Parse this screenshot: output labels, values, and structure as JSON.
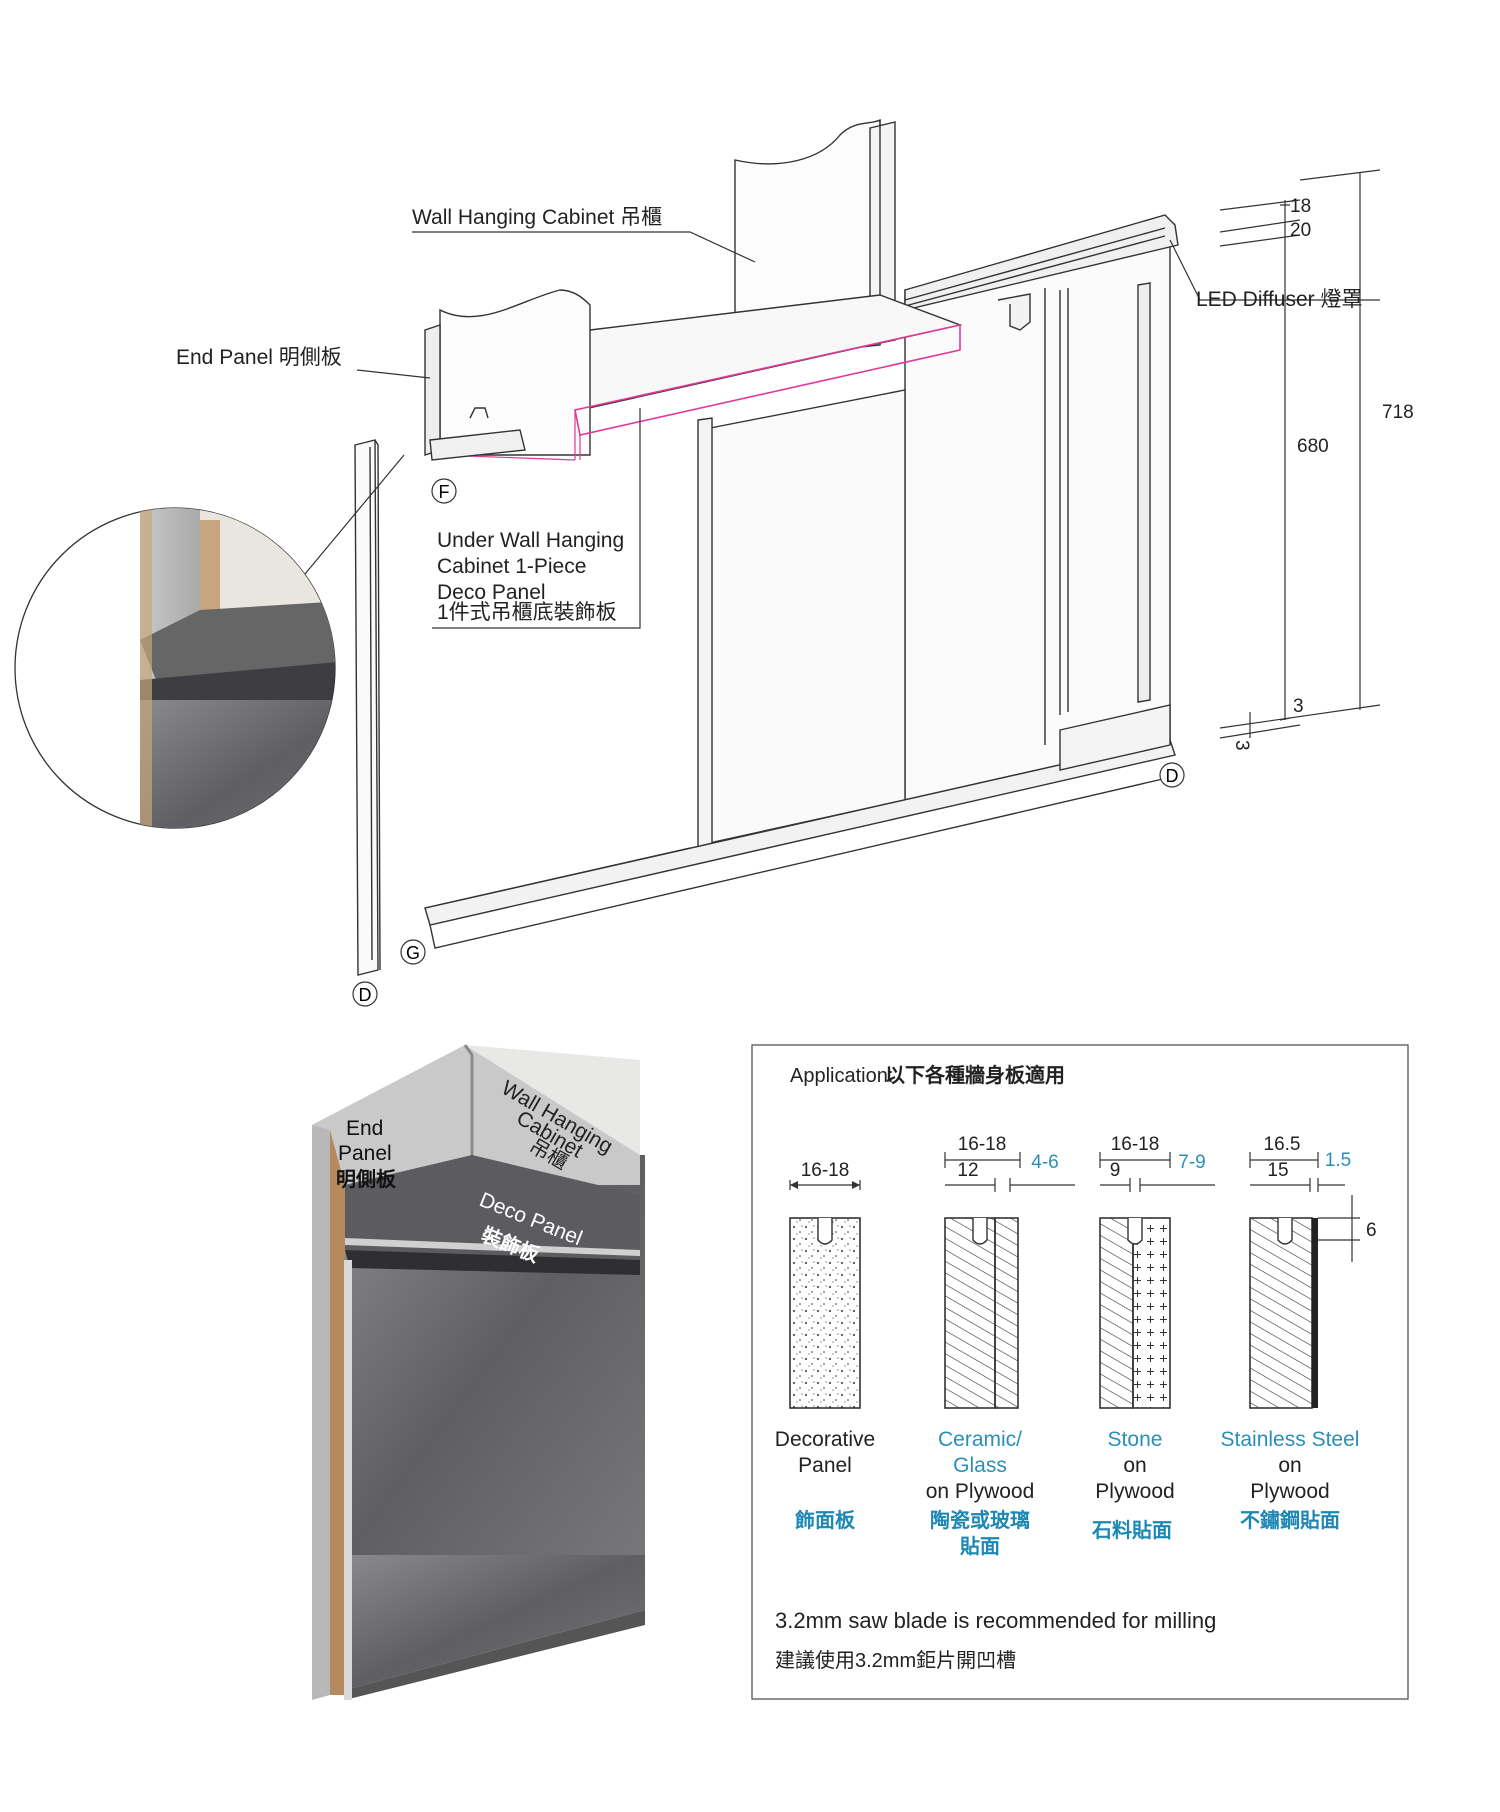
{
  "drawing": {
    "labels": {
      "wall_cabinet": "Wall Hanging Cabinet 吊櫃",
      "end_panel": "End Panel 明側板",
      "led_diffuser": "LED Diffuser 燈罩",
      "under_panel_1": "Under Wall Hanging",
      "under_panel_2": "Cabinet 1-Piece",
      "under_panel_3": "Deco Panel",
      "under_panel_4": "1件式吊櫃底裝飾板"
    },
    "callouts": {
      "f": "F",
      "g": "G",
      "d_right": "D",
      "d_left": "D"
    },
    "dimensions": {
      "d18": "18",
      "d20": "20",
      "d680": "680",
      "d718": "718",
      "d3": "3",
      "d3_rot": "3"
    }
  },
  "photo": {
    "end_panel_1": "End",
    "end_panel_2": "Panel",
    "end_panel_cn": "明側板",
    "cabinet_1": "Wall Hanging",
    "cabinet_2": "Cabinet",
    "cabinet_cn": "吊櫃",
    "deco_panel": "Deco Panel",
    "deco_panel_cn": "裝飾板"
  },
  "application": {
    "title": "Application:",
    "title_cn": "以下各種牆身板適用",
    "panels": [
      {
        "dim_total": "16-18",
        "name_lines": [
          "Decorative",
          "Panel"
        ],
        "name_cn": "飾面板"
      },
      {
        "dim_total": "16-18",
        "dim_inner": "12",
        "dim_face": "4-6",
        "name_lines": [
          "Ceramic/",
          "Glass",
          "on Plywood"
        ],
        "name_cn_lines": [
          "陶瓷或玻璃",
          "貼面"
        ]
      },
      {
        "dim_total": "16-18",
        "dim_inner": "9",
        "dim_face": "7-9",
        "name_lines": [
          "Stone",
          "on",
          "Plywood"
        ],
        "name_cn": "石料貼面"
      },
      {
        "dim_total": "16.5",
        "dim_inner": "15",
        "dim_face": "1.5",
        "dim_groove": "6",
        "name_lines": [
          "Stainless Steel",
          "on",
          "Plywood"
        ],
        "name_cn": "不鏽鋼貼面"
      }
    ],
    "note": "3.2mm saw blade is recommended for milling",
    "note_cn": "建議使用3.2mm鉅片開凹槽"
  },
  "colors": {
    "accent_blue": "#2a8fb8",
    "cabinet_outline": "#e0399a",
    "stone": "#6f6f72"
  }
}
